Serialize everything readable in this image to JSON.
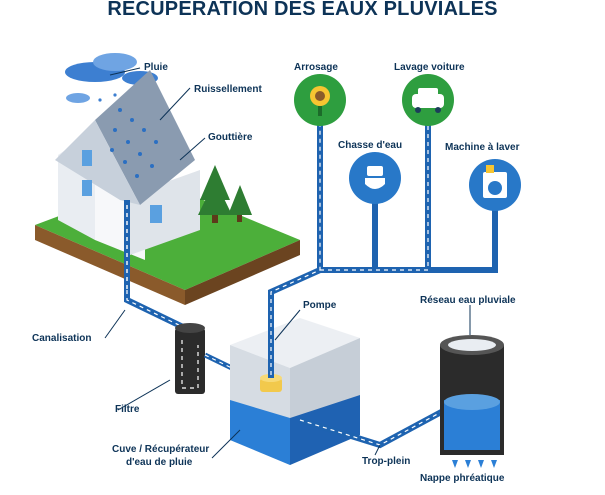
{
  "title": "RÉCUPÉRATION DES EAUX PLUVIALES",
  "labels": {
    "pluie": "Pluie",
    "ruissellement": "Ruissellement",
    "gouttiere": "Gouttière",
    "canalisation": "Canalisation",
    "filtre": "Filtre",
    "cuve_line1": "Cuve / Récupérateur",
    "cuve_line2": "d'eau de pluie",
    "pompe": "Pompe",
    "reseau": "Réseau eau pluviale",
    "trop_plein": "Trop-plein",
    "nappe": "Nappe phréatique",
    "arrosage": "Arrosage",
    "lavage": "Lavage voiture",
    "chasse": "Chasse d'eau",
    "machine": "Machine à laver"
  },
  "colors": {
    "navy": "#0d3357",
    "pipe": "#1e63b0",
    "grass": "#4caf3a",
    "soil": "#8a5a2b",
    "icon_green": "#2e9e3f",
    "icon_blue": "#2878c8",
    "tank_water": "#2b7fd6"
  },
  "icons": [
    "sunflower-icon",
    "car-icon",
    "toilet-icon",
    "washing-machine-icon"
  ]
}
